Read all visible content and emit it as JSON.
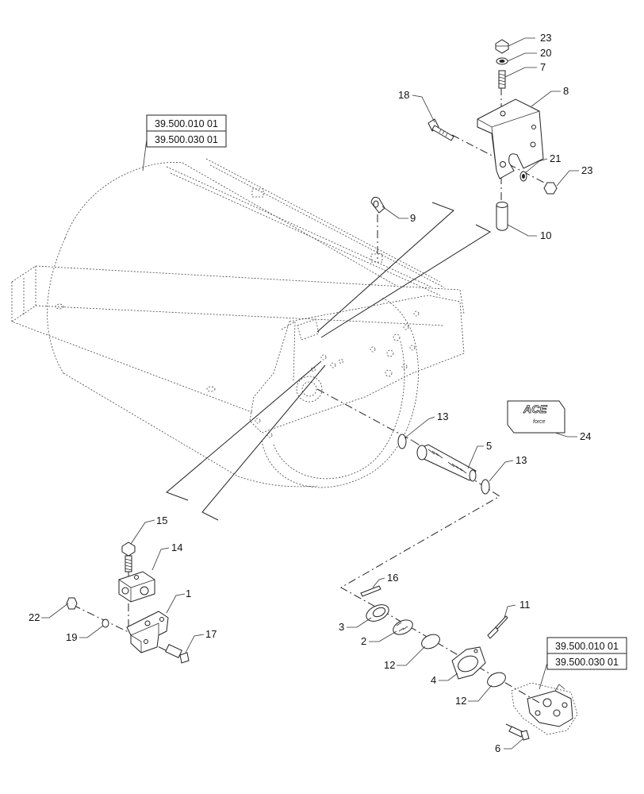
{
  "references": [
    "39.500.010 01",
    "39.500.030 01"
  ],
  "callouts": {
    "c1": "1",
    "c2": "2",
    "c3": "3",
    "c4": "4",
    "c5": "5",
    "c6": "6",
    "c7": "7",
    "c8": "8",
    "c9": "9",
    "c10": "10",
    "c11": "11",
    "c12a": "12",
    "c12b": "12",
    "c13a": "13",
    "c13b": "13",
    "c14": "14",
    "c15": "15",
    "c16": "16",
    "c17": "17",
    "c18": "18",
    "c19": "19",
    "c20": "20",
    "c21": "21",
    "c22": "22",
    "c23a": "23",
    "c23b": "23",
    "c24": "24"
  },
  "decal": {
    "logo_text": "ACE",
    "logo_subtext": "force"
  }
}
